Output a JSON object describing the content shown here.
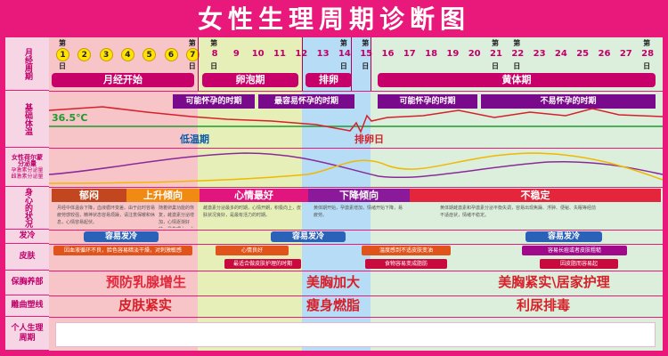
{
  "title": "女性生理周期诊断图",
  "rows": {
    "cycle": "月经周期",
    "bbt": "基础体温",
    "hormone": "女性荷尔蒙分泌量",
    "hormone_a": "孕激素分泌量",
    "hormone_b": "雌激素分泌量",
    "mood": "身心的状况",
    "cold": "发冷",
    "skin": "皮肤",
    "breast": "保胸养部",
    "shape": "雕曲塑线",
    "personal": "个人生理周期"
  },
  "day_mark_top": "第",
  "day_mark_bottom": "日",
  "days": [
    "1",
    "2",
    "3",
    "4",
    "5",
    "6",
    "7",
    "8",
    "9",
    "10",
    "11",
    "12",
    "13",
    "14",
    "15",
    "16",
    "17",
    "18",
    "19",
    "20",
    "21",
    "22",
    "23",
    "24",
    "25",
    "26",
    "27",
    "28"
  ],
  "phases": [
    "月经开始",
    "卵泡期",
    "排卵",
    "黄体期"
  ],
  "pregnancy": [
    "可能怀孕的时期",
    "最容易怀孕的时期",
    "可能怀孕的时期",
    "不易怀孕的时期"
  ],
  "bbt_value": "36.5℃",
  "low_temp": "低温期",
  "ovulation_day": "排卵日",
  "mood_tags": [
    "郁闷",
    "上升倾向",
    "心情最好",
    "下降倾向",
    "不稳定"
  ],
  "mood_notes": [
    "月经中体温会下降，血液循环变差。由于此时容易疲劳感较强，精神状态容易烦躁，请注意保暖和休息，心情容易起伏。",
    "随着卵巢功能的恢复，雌激素分泌增加，心情逐渐好转，是生理上、心理上比较轻松的时期。",
    "雌激素分泌最多的时期，心情开朗，积极向上，皮肤状况良好，是最有活力的时期。",
    "黄体期开始，孕激素增加，情绪开始下降，易疲劳。",
    "黄体期雌激素和孕激素分泌平衡失调，容易出现焦躁、浮肿、便秘、失眠等经前不适症状，情绪不稳定。"
  ],
  "cold_tags": [
    "容易发冷",
    "容易发冷",
    "容易发冷"
  ],
  "skin_tags": [
    "因血液循环不良，脸色容易暗淡干燥，对刺激敏感",
    "心情良好",
    "最适合做皮肤护理的时期",
    "温度感到不适皮肤变油",
    "容易长痘或者皮肤粗糙",
    "食物容易变成脂肪",
    "因皮脂而容易起"
  ],
  "breast_text": [
    "预防乳腺增生",
    "美胸加大",
    "美胸紧实\\居家护理"
  ],
  "shape_text": [
    "皮肤紧实",
    "瘦身燃脂",
    "利尿排毒"
  ],
  "colors": {
    "frame": "#e8197a",
    "menstrual": "#f7c5c8",
    "follicular": "#e6efb8",
    "ovulation": "#b7dcf5",
    "luteal": "#dcefdc",
    "phase": "#c8006a",
    "pregnancy": "#7a0a8c",
    "bbt_line": "#d7202a",
    "baseline": "#1f9a2e"
  }
}
